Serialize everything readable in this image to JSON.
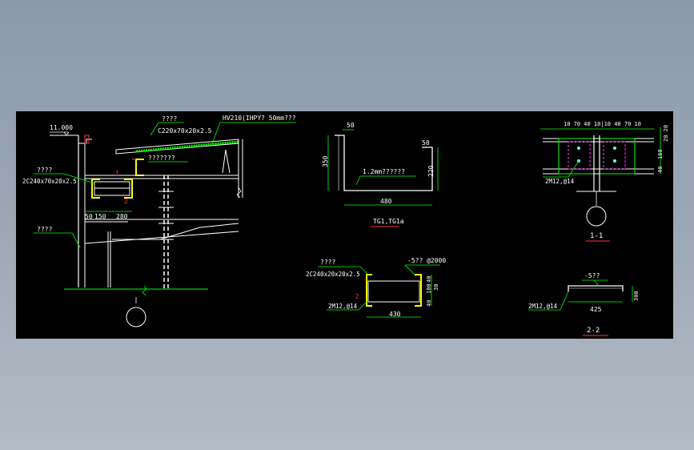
{
  "colors": {
    "background": "#000000",
    "page_gradient_top": "#8c99a7",
    "page_gradient_bottom": "#b3bcc6",
    "white": "#ffffff",
    "green": "#00ff00",
    "yellow": "#ffff00",
    "red": "#ff3333",
    "magenta": "#ff33ff",
    "cyan": "#66ffff"
  },
  "section_main": {
    "elevation": "11.000",
    "label_top": "????",
    "purlin_spec": "C220x70x20x2.5",
    "roof_panel": "HV210(IHPY? 50mm???",
    "label_mid": "???????",
    "label_left": "????",
    "beam_spec": "2C240x70x20x2.5",
    "dim_50": "50",
    "dim_150": "150",
    "dim_280": "280",
    "label_lower": "????",
    "mark_1": "1",
    "mark_2": "2"
  },
  "gutter": {
    "dim_top": "50",
    "dim_lip": "50",
    "dim_height_left": "350",
    "dim_height_right": "220",
    "thickness_label": "1.2mm??????",
    "dim_bottom": "480",
    "caption": "TG1,TG1a"
  },
  "section_2c": {
    "label": "????",
    "spec": "2C240x20x20x2.5",
    "plate": "-5?? @2000",
    "bolts": "2M12,@14",
    "mark": "2",
    "dim_40a": "40",
    "dim_100": "100",
    "dim_40b": "40",
    "dim_30": "30",
    "dim_430": "430"
  },
  "section_1_1": {
    "dims_top": "10 70  40 10|10 40  70 10",
    "dims_right_top": "20 20",
    "dims_right_mid": "160",
    "dims_right_low": "40",
    "bolts": "2M12,@14",
    "title": "1-1"
  },
  "section_2_2": {
    "plate": "-5??",
    "bolts": "2M12,@14",
    "dim_width": "425",
    "dim_height": "300",
    "title": "2-2"
  }
}
